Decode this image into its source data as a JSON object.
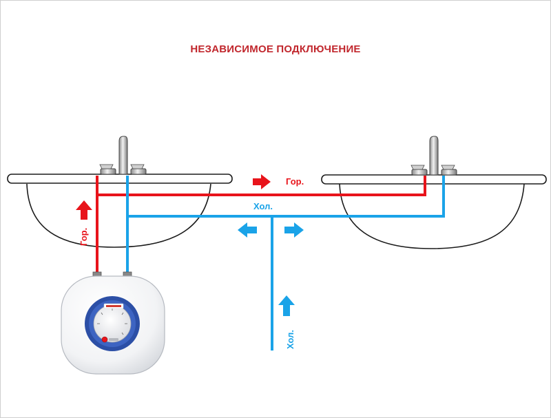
{
  "title": "НЕЗАВИСИМОЕ ПОДКЛЮЧЕНИЕ",
  "labels": {
    "hot": "Гор.",
    "cold": "Хол."
  },
  "colors": {
    "hot": "#e8141b",
    "cold": "#1aa3e8",
    "title": "#c1272d",
    "outline": "#1a1a1a",
    "heater_ring": "#2c4fa6"
  },
  "icons": [
    "sink-left",
    "sink-right",
    "faucet-left",
    "faucet-right",
    "water-heater",
    "arrow-icon"
  ]
}
